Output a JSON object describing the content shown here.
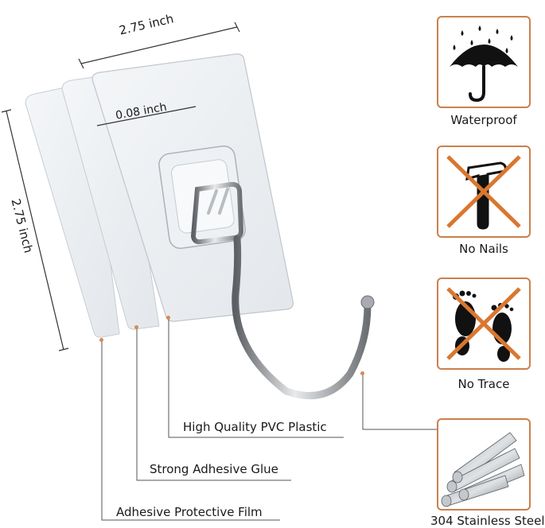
{
  "dimensions": {
    "width": "2.75 inch",
    "height": "2.75 inch",
    "thickness": "0.08 inch"
  },
  "layers": [
    {
      "label": "High Quality PVC Plastic"
    },
    {
      "label": "Strong Adhesive Glue"
    },
    {
      "label": "Adhesive Protective Film"
    }
  ],
  "features": [
    {
      "label": "Waterproof",
      "icon": "umbrella-icon"
    },
    {
      "label": "No Nails",
      "icon": "hammer-crossed-icon"
    },
    {
      "label": "No Trace",
      "icon": "footprints-crossed-icon"
    },
    {
      "label": "304 Stainless Steel",
      "icon": "steel-rods-icon"
    }
  ],
  "colors": {
    "accent": "#c9804d",
    "cross": "#d9772f",
    "leader": "#555555"
  }
}
